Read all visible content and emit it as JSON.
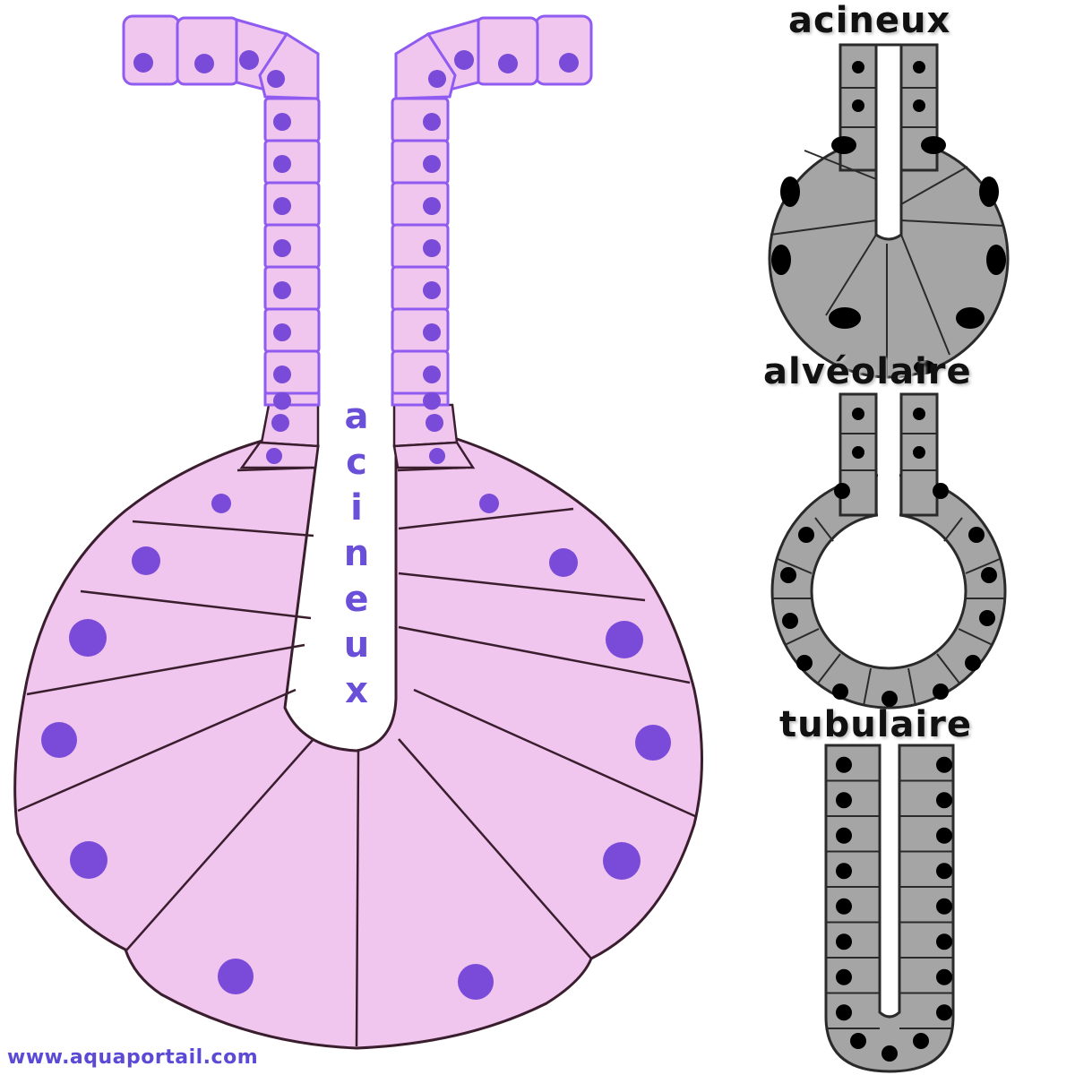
{
  "main_diagram": {
    "vertical_label": "acineux",
    "cell_fill": "#f0c6ef",
    "duct_stroke": "#8f5bf0",
    "acinus_stroke": "#3a1e2e",
    "nucleus_color": "#7a4ad8"
  },
  "types": [
    {
      "label": "acineux"
    },
    {
      "label": "alvéolaire"
    },
    {
      "label": "tubulaire"
    }
  ],
  "type_colors": {
    "cell_fill": "#a5a5a5",
    "stroke": "#2a2a2a",
    "nucleus": "#000000"
  },
  "watermark": "www.aquaportail.com"
}
